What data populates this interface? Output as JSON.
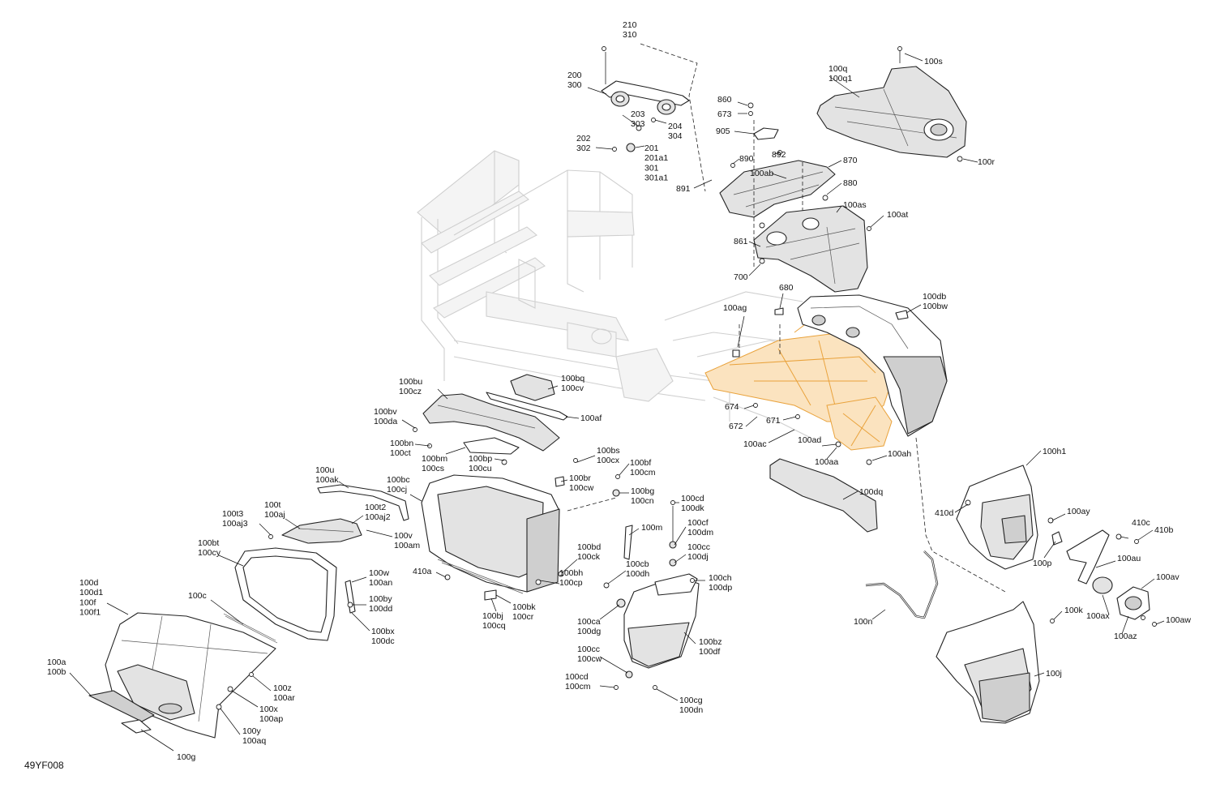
{
  "diagram": {
    "reference_code": "49YF008",
    "accent_color": "#e9a23b",
    "callouts": [
      {
        "id": "c210",
        "lines": [
          "210",
          "310"
        ]
      },
      {
        "id": "c200",
        "lines": [
          "200",
          "300"
        ]
      },
      {
        "id": "c203",
        "lines": [
          "203",
          "303"
        ]
      },
      {
        "id": "c204",
        "lines": [
          "204",
          "304"
        ]
      },
      {
        "id": "c202",
        "lines": [
          "202",
          "302"
        ]
      },
      {
        "id": "c201",
        "lines": [
          "201",
          "201a1",
          "301",
          "301a1"
        ]
      },
      {
        "id": "c860",
        "lines": [
          "860"
        ]
      },
      {
        "id": "c673",
        "lines": [
          "673"
        ]
      },
      {
        "id": "c905",
        "lines": [
          "905"
        ]
      },
      {
        "id": "c890",
        "lines": [
          "890"
        ]
      },
      {
        "id": "c892",
        "lines": [
          "892"
        ]
      },
      {
        "id": "c870",
        "lines": [
          "870"
        ]
      },
      {
        "id": "c100ab",
        "lines": [
          "100ab"
        ]
      },
      {
        "id": "c891",
        "lines": [
          "891"
        ]
      },
      {
        "id": "c880",
        "lines": [
          "880"
        ]
      },
      {
        "id": "c100as",
        "lines": [
          "100as"
        ]
      },
      {
        "id": "c100at",
        "lines": [
          "100at"
        ]
      },
      {
        "id": "c861",
        "lines": [
          "861"
        ]
      },
      {
        "id": "c700",
        "lines": [
          "700"
        ]
      },
      {
        "id": "c100q",
        "lines": [
          "100q",
          "100q1"
        ]
      },
      {
        "id": "c100s",
        "lines": [
          "100s"
        ]
      },
      {
        "id": "c100r",
        "lines": [
          "100r"
        ]
      },
      {
        "id": "c680",
        "lines": [
          "680"
        ]
      },
      {
        "id": "c100ag",
        "lines": [
          "100ag"
        ]
      },
      {
        "id": "c100db",
        "lines": [
          "100db",
          "100bw"
        ]
      },
      {
        "id": "c674",
        "lines": [
          "674"
        ]
      },
      {
        "id": "c672",
        "lines": [
          "672"
        ]
      },
      {
        "id": "c671",
        "lines": [
          "671"
        ]
      },
      {
        "id": "c100ac",
        "lines": [
          "100ac"
        ]
      },
      {
        "id": "c100ad",
        "lines": [
          "100ad"
        ]
      },
      {
        "id": "c100aa",
        "lines": [
          "100aa"
        ]
      },
      {
        "id": "c100ah",
        "lines": [
          "100ah"
        ]
      },
      {
        "id": "c100dq",
        "lines": [
          "100dq"
        ]
      },
      {
        "id": "c100bu",
        "lines": [
          "100bu",
          "100cz"
        ]
      },
      {
        "id": "c100bq",
        "lines": [
          "100bq",
          "100cv"
        ]
      },
      {
        "id": "c100bv",
        "lines": [
          "100bv",
          "100da"
        ]
      },
      {
        "id": "c100af",
        "lines": [
          "100af"
        ]
      },
      {
        "id": "c100bn",
        "lines": [
          "100bn",
          "100ct"
        ]
      },
      {
        "id": "c100bm",
        "lines": [
          "100bm",
          "100cs"
        ]
      },
      {
        "id": "c100bp",
        "lines": [
          "100bp",
          "100cu"
        ]
      },
      {
        "id": "c100bs",
        "lines": [
          "100bs",
          "100cx"
        ]
      },
      {
        "id": "c100bf",
        "lines": [
          "100bf",
          "100cm"
        ]
      },
      {
        "id": "c100br",
        "lines": [
          "100br",
          "100cw"
        ]
      },
      {
        "id": "c100bg",
        "lines": [
          "100bg",
          "100cn"
        ]
      },
      {
        "id": "c100u",
        "lines": [
          "100u",
          "100ak"
        ]
      },
      {
        "id": "c100bc",
        "lines": [
          "100bc",
          "100cj"
        ]
      },
      {
        "id": "c100t",
        "lines": [
          "100t",
          "100aj"
        ]
      },
      {
        "id": "c100t2",
        "lines": [
          "100t2",
          "100aj2"
        ]
      },
      {
        "id": "c100t3",
        "lines": [
          "100t3",
          "100aj3"
        ]
      },
      {
        "id": "c100v",
        "lines": [
          "100v",
          "100am"
        ]
      },
      {
        "id": "c100bt",
        "lines": [
          "100bt",
          "100cy"
        ]
      },
      {
        "id": "c100w",
        "lines": [
          "100w",
          "100an"
        ]
      },
      {
        "id": "c100by",
        "lines": [
          "100by",
          "100dd"
        ]
      },
      {
        "id": "c100bx",
        "lines": [
          "100bx",
          "100dc"
        ]
      },
      {
        "id": "c410a",
        "lines": [
          "410a"
        ]
      },
      {
        "id": "c100bd",
        "lines": [
          "100bd",
          "100ck"
        ]
      },
      {
        "id": "c100bh",
        "lines": [
          "100bh",
          "100cp"
        ]
      },
      {
        "id": "c100bj",
        "lines": [
          "100bj",
          "100cq"
        ]
      },
      {
        "id": "c100bk",
        "lines": [
          "100bk",
          "100cr"
        ]
      },
      {
        "id": "c100d",
        "lines": [
          "100d",
          "100d1",
          "100f",
          "100f1"
        ]
      },
      {
        "id": "c100c",
        "lines": [
          "100c"
        ]
      },
      {
        "id": "c100a",
        "lines": [
          "100a",
          "100b"
        ]
      },
      {
        "id": "c100z",
        "lines": [
          "100z",
          "100ar"
        ]
      },
      {
        "id": "c100x",
        "lines": [
          "100x",
          "100ap"
        ]
      },
      {
        "id": "c100y",
        "lines": [
          "100y",
          "100aq"
        ]
      },
      {
        "id": "c100g",
        "lines": [
          "100g"
        ]
      },
      {
        "id": "c100m",
        "lines": [
          "100m"
        ]
      },
      {
        "id": "c100cd1",
        "lines": [
          "100cd",
          "100dk"
        ]
      },
      {
        "id": "c100cf",
        "lines": [
          "100cf",
          "100dm"
        ]
      },
      {
        "id": "c100cc1",
        "lines": [
          "100cc",
          "100dj"
        ]
      },
      {
        "id": "c100cb",
        "lines": [
          "100cb",
          "100dh"
        ]
      },
      {
        "id": "c100ch",
        "lines": [
          "100ch",
          "100dp"
        ]
      },
      {
        "id": "c100ca",
        "lines": [
          "100ca",
          "100dg"
        ]
      },
      {
        "id": "c100bz",
        "lines": [
          "100bz",
          "100df"
        ]
      },
      {
        "id": "c100cc2",
        "lines": [
          "100cc",
          "100cw"
        ]
      },
      {
        "id": "c100cd2",
        "lines": [
          "100cd",
          "100cm"
        ]
      },
      {
        "id": "c100cg",
        "lines": [
          "100cg",
          "100dn"
        ]
      },
      {
        "id": "c100h1",
        "lines": [
          "100h1"
        ]
      },
      {
        "id": "c410d",
        "lines": [
          "410d"
        ]
      },
      {
        "id": "c100ay",
        "lines": [
          "100ay"
        ]
      },
      {
        "id": "c410c",
        "lines": [
          "410c"
        ]
      },
      {
        "id": "c410b",
        "lines": [
          "410b"
        ]
      },
      {
        "id": "c100p",
        "lines": [
          "100p"
        ]
      },
      {
        "id": "c100au",
        "lines": [
          "100au"
        ]
      },
      {
        "id": "c100av",
        "lines": [
          "100av"
        ]
      },
      {
        "id": "c100k",
        "lines": [
          "100k"
        ]
      },
      {
        "id": "c100ax",
        "lines": [
          "100ax"
        ]
      },
      {
        "id": "c100aw",
        "lines": [
          "100aw"
        ]
      },
      {
        "id": "c100az",
        "lines": [
          "100az"
        ]
      },
      {
        "id": "c100n",
        "lines": [
          "100n"
        ]
      },
      {
        "id": "c100j",
        "lines": [
          "100j"
        ]
      }
    ]
  }
}
